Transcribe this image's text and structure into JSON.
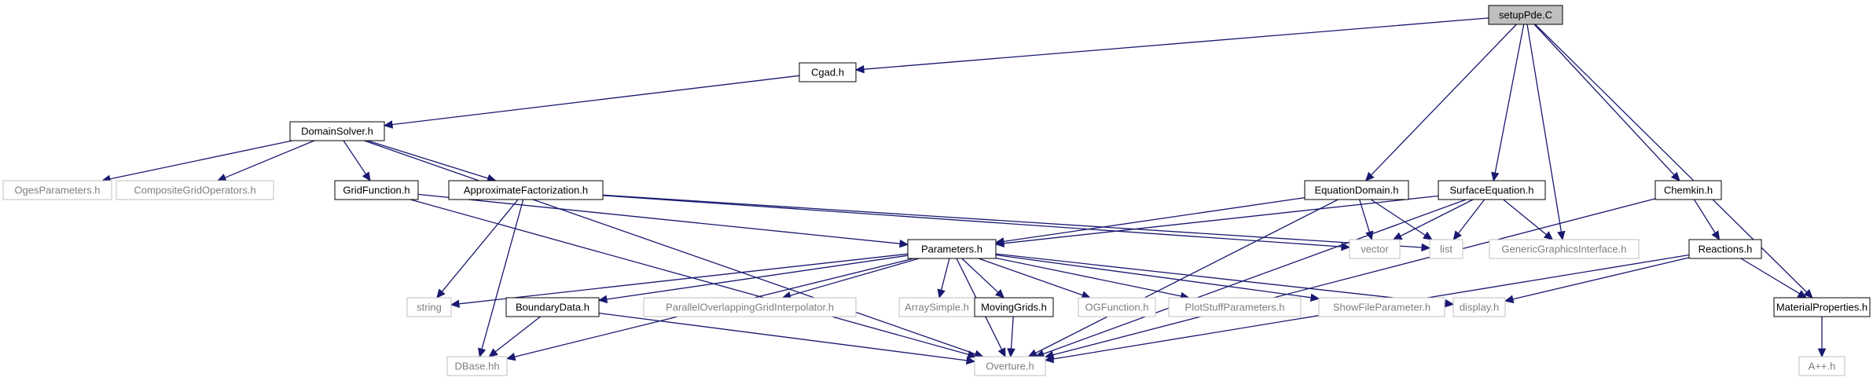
{
  "colors": {
    "edge": "#191970",
    "documented_border": "#000000",
    "external_border": "#bfbfbf",
    "external_text": "#7f7f7f",
    "root_fill": "#bfbfbf"
  },
  "nodes": {
    "setupPde": {
      "label": "setupPde.C",
      "kind": "root"
    },
    "Cgad": {
      "label": "Cgad.h",
      "kind": "doc"
    },
    "DomainSolver": {
      "label": "DomainSolver.h",
      "kind": "doc"
    },
    "OgesParameters": {
      "label": "OgesParameters.h",
      "kind": "ext"
    },
    "CompositeGridOperators": {
      "label": "CompositeGridOperators.h",
      "kind": "ext"
    },
    "GridFunction": {
      "label": "GridFunction.h",
      "kind": "doc"
    },
    "ApproximateFactorization": {
      "label": "ApproximateFactorization.h",
      "kind": "doc"
    },
    "EquationDomain": {
      "label": "EquationDomain.h",
      "kind": "doc"
    },
    "SurfaceEquation": {
      "label": "SurfaceEquation.h",
      "kind": "doc"
    },
    "Chemkin": {
      "label": "Chemkin.h",
      "kind": "doc"
    },
    "vector": {
      "label": "vector",
      "kind": "ext"
    },
    "list": {
      "label": "list",
      "kind": "ext"
    },
    "GenericGraphicsInterface": {
      "label": "GenericGraphicsInterface.h",
      "kind": "ext"
    },
    "Reactions": {
      "label": "Reactions.h",
      "kind": "doc"
    },
    "Parameters": {
      "label": "Parameters.h",
      "kind": "doc"
    },
    "string": {
      "label": "string",
      "kind": "ext"
    },
    "BoundaryData": {
      "label": "BoundaryData.h",
      "kind": "doc"
    },
    "ParallelOverlapping": {
      "label": "ParallelOverlappingGridInterpolator.h",
      "kind": "ext"
    },
    "ArraySimple": {
      "label": "ArraySimple.h",
      "kind": "ext"
    },
    "MovingGrids": {
      "label": "MovingGrids.h",
      "kind": "doc"
    },
    "OGFunction": {
      "label": "OGFunction.h",
      "kind": "ext"
    },
    "PlotStuffParameters": {
      "label": "PlotStuffParameters.h",
      "kind": "ext"
    },
    "ShowFileParameter": {
      "label": "ShowFileParameter.h",
      "kind": "ext"
    },
    "display": {
      "label": "display.h",
      "kind": "ext"
    },
    "MaterialProperties": {
      "label": "MaterialProperties.h",
      "kind": "doc"
    },
    "DBase": {
      "label": "DBase.hh",
      "kind": "ext"
    },
    "Overture": {
      "label": "Overture.h",
      "kind": "ext"
    },
    "App": {
      "label": "A++.h",
      "kind": "ext"
    }
  },
  "edges": [
    [
      "setupPde",
      "Cgad"
    ],
    [
      "setupPde",
      "EquationDomain"
    ],
    [
      "setupPde",
      "SurfaceEquation"
    ],
    [
      "setupPde",
      "GenericGraphicsInterface"
    ],
    [
      "setupPde",
      "Chemkin"
    ],
    [
      "setupPde",
      "MaterialProperties"
    ],
    [
      "Cgad",
      "DomainSolver"
    ],
    [
      "DomainSolver",
      "OgesParameters"
    ],
    [
      "DomainSolver",
      "CompositeGridOperators"
    ],
    [
      "DomainSolver",
      "GridFunction"
    ],
    [
      "DomainSolver",
      "ApproximateFactorization"
    ],
    [
      "DomainSolver",
      "Overture"
    ],
    [
      "GridFunction",
      "Parameters"
    ],
    [
      "GridFunction",
      "Overture"
    ],
    [
      "ApproximateFactorization",
      "list"
    ],
    [
      "ApproximateFactorization",
      "vector"
    ],
    [
      "ApproximateFactorization",
      "string"
    ],
    [
      "ApproximateFactorization",
      "DBase"
    ],
    [
      "EquationDomain",
      "Parameters"
    ],
    [
      "EquationDomain",
      "vector"
    ],
    [
      "EquationDomain",
      "list"
    ],
    [
      "EquationDomain",
      "Overture"
    ],
    [
      "SurfaceEquation",
      "Parameters"
    ],
    [
      "SurfaceEquation",
      "vector"
    ],
    [
      "SurfaceEquation",
      "list"
    ],
    [
      "SurfaceEquation",
      "GenericGraphicsInterface"
    ],
    [
      "SurfaceEquation",
      "Overture"
    ],
    [
      "Chemkin",
      "Reactions"
    ],
    [
      "Chemkin",
      "Overture"
    ],
    [
      "Reactions",
      "display"
    ],
    [
      "Reactions",
      "MaterialProperties"
    ],
    [
      "Reactions",
      "Overture"
    ],
    [
      "Parameters",
      "string"
    ],
    [
      "Parameters",
      "DBase"
    ],
    [
      "Parameters",
      "BoundaryData"
    ],
    [
      "Parameters",
      "ParallelOverlapping"
    ],
    [
      "Parameters",
      "ArraySimple"
    ],
    [
      "Parameters",
      "MovingGrids"
    ],
    [
      "Parameters",
      "OGFunction"
    ],
    [
      "Parameters",
      "PlotStuffParameters"
    ],
    [
      "Parameters",
      "ShowFileParameter"
    ],
    [
      "Parameters",
      "display"
    ],
    [
      "Parameters",
      "Overture"
    ],
    [
      "BoundaryData",
      "DBase"
    ],
    [
      "BoundaryData",
      "Overture"
    ],
    [
      "MovingGrids",
      "Overture"
    ],
    [
      "MaterialProperties",
      "App"
    ]
  ]
}
